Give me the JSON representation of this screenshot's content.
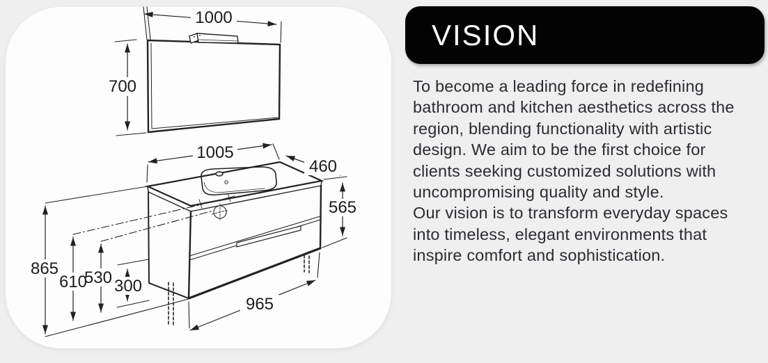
{
  "theme": {
    "page_bg": "#efeff0",
    "card_bg": "#fdfdfd",
    "banner_bg": "#030303",
    "banner_text_color": "#ffffff",
    "body_text_color": "#2b2b31",
    "drawing_line_color": "#222222"
  },
  "drawing": {
    "mirror": {
      "width": "1000",
      "height": "700"
    },
    "vanity": {
      "top_width": "1005",
      "depth": "460",
      "cabinet_height": "565",
      "total_height": "865",
      "reference_height_1": "610",
      "reference_height_2": "530",
      "bottom_clearance": "300",
      "base_width": "965"
    }
  },
  "vision": {
    "title": "VISION",
    "lines": [
      "To become a leading force in redefining",
      "bathroom and kitchen aesthetics across the",
      "region, blending functionality with artistic",
      "design. We aim to be the first choice for",
      "clients seeking customized solutions with",
      "uncompromising quality and style.",
      "Our vision is to transform everyday spaces",
      "into timeless, elegant environments that",
      "inspire comfort and sophistication."
    ]
  }
}
